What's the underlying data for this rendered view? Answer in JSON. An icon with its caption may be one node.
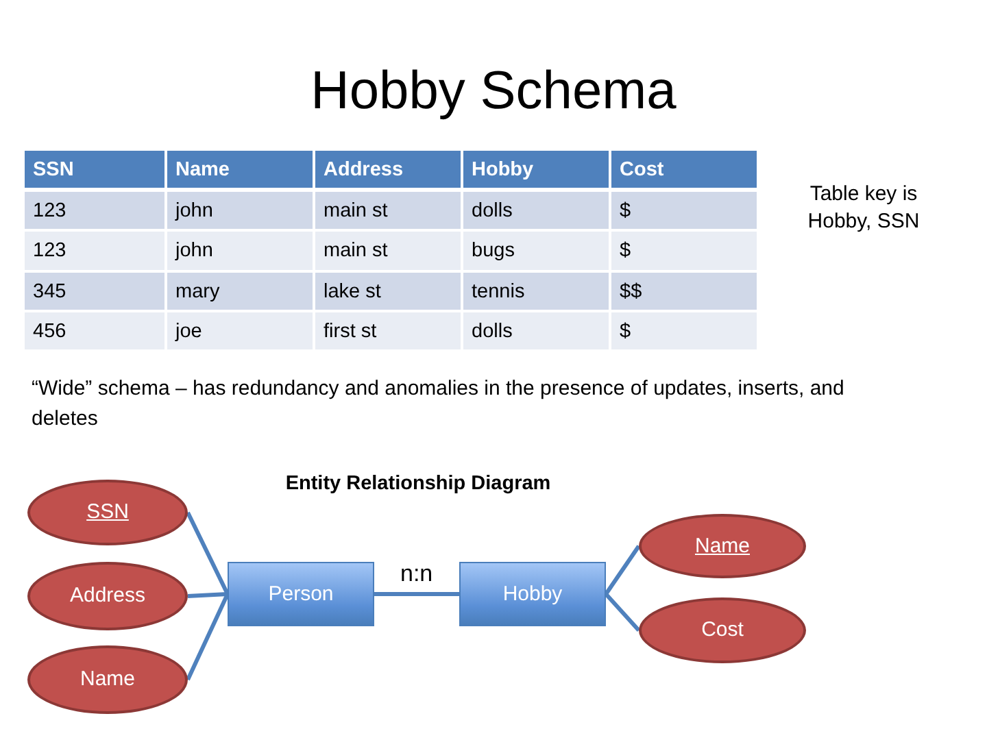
{
  "diagram": {
    "title": "Hobby Schema",
    "nodes": [
      {
        "text": [
          "SSN"
        ]
      },
      {
        "text": [
          "Address"
        ]
      },
      {
        "text": [
          "Name"
        ]
      },
      {
        "text": [
          "Person"
        ]
      },
      {
        "text": [
          "Hobby"
        ]
      },
      {
        "text": [
          "Name"
        ]
      },
      {
        "text": [
          "Cost"
        ]
      }
    ],
    "edges": [
      {
        "from": 0,
        "to": 3,
        "arrow": "none"
      },
      {
        "from": 1,
        "to": 3,
        "arrow": "none"
      },
      {
        "from": 2,
        "to": 3,
        "arrow": "none"
      },
      {
        "from": 3,
        "to": 4,
        "arrow": "none",
        "label": "n:n"
      },
      {
        "from": 4,
        "to": 5,
        "arrow": "none"
      },
      {
        "from": 4,
        "to": 6,
        "arrow": "none"
      }
    ],
    "labels": [
      "SSN",
      "Name",
      "Address",
      "Hobby",
      "Cost",
      "123",
      "john",
      "main st",
      "dolls",
      "$",
      "123",
      "john",
      "main st",
      "bugs",
      "$",
      "345",
      "mary",
      "lake st",
      "tennis",
      "$$",
      "456",
      "joe",
      "first st",
      "dolls",
      "$",
      "Table key is Hobby, SSN",
      "“Wide” schema – has redundancy and anomalies in the presence of updates, inserts, and deletes",
      "Entity Relationship Diagram"
    ]
  }
}
